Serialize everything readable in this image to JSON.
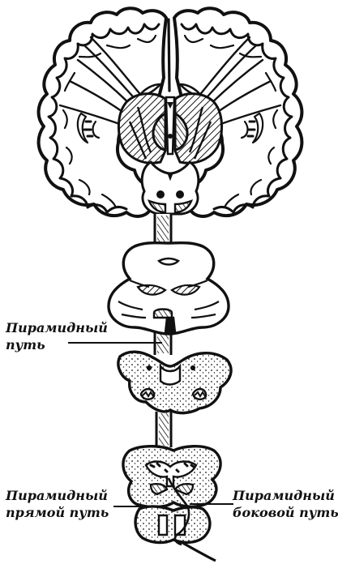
{
  "labels": {
    "pyramidal": {
      "line1": "Пирамидный",
      "line2": "путь"
    },
    "direct": {
      "line1": "Пирамидный",
      "line2": "прямой путь"
    },
    "lateral": {
      "line1": "Пирамидный",
      "line2": "боковой путь"
    }
  },
  "colors": {
    "ink": "#111111",
    "paper": "#ffffff"
  }
}
